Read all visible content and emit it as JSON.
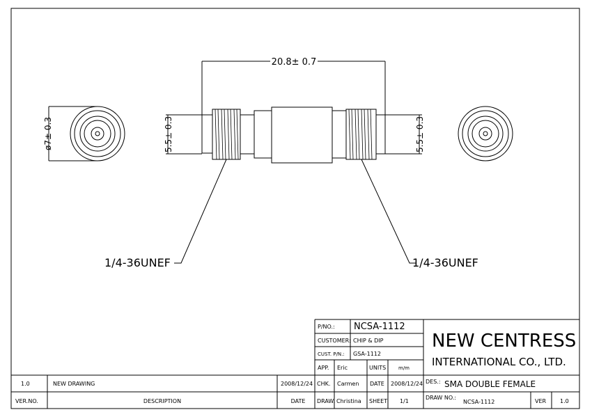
{
  "dimensions": {
    "overall_length": "20.8± 0.7",
    "left_end_diameter": "ø7± 0.3",
    "left_body_height": "5.5± 0.3",
    "right_body_height": "5.5± 0.3"
  },
  "threads": {
    "left_label": "1/4-36UNEF",
    "right_label": "1/4-36UNEF"
  },
  "title_block": {
    "pno_label": "P/NO.:",
    "pno_value": "NCSA-1112",
    "customer_label": "CUSTOMER:",
    "customer_value": "CHIP & DIP",
    "cust_pn_label": "CUST. P/N.:",
    "cust_pn_value": "GSA-1112",
    "app_label": "APP.",
    "app_value": "Eric",
    "units_label": "UNITS",
    "units_value": "m/m",
    "chk_label": "CHK.",
    "chk_value": "Carmen",
    "chk_date_label": "DATE",
    "chk_date_value": "2008/12/24",
    "draw_label": "DRAW.",
    "draw_value": "Christina",
    "sheet_label": "SHEET",
    "sheet_value": "1/1",
    "company_line1": "NEW CENTRESS",
    "company_line2": "INTERNATIONAL CO., LTD.",
    "des_label": "DES.:",
    "des_value": "SMA DOUBLE FEMALE",
    "drawno_label": "DRAW NO.:",
    "drawno_value": "NCSA-1112",
    "ver_label": "VER",
    "ver_value": "1.0"
  },
  "revision": {
    "ver": "1.0",
    "description": "NEW DRAWING",
    "date": "2008/12/24",
    "col_ver": "VER.NO.",
    "col_description": "DESCRIPTION",
    "col_date": "DATE"
  }
}
